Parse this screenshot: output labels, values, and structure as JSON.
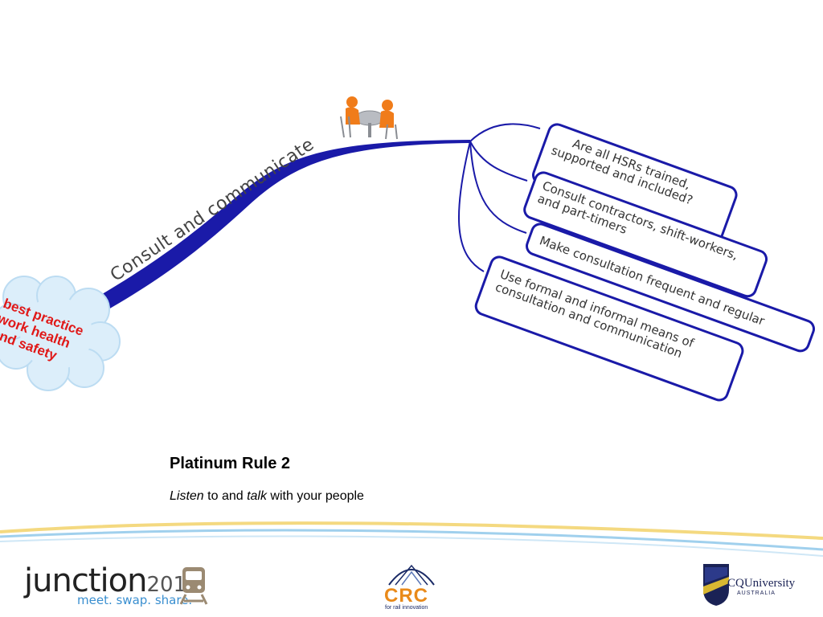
{
  "mindmap": {
    "center_label": [
      "best practice",
      "work health",
      "and safety"
    ],
    "branch_label": "Consult and communicate",
    "items": [
      {
        "lines": [
          "Are all HSRs trained,",
          "supported and included?"
        ]
      },
      {
        "lines": [
          "Consult contractors, shift-workers,",
          "and part-timers"
        ]
      },
      {
        "lines": [
          "Make consultation frequent and regular"
        ]
      },
      {
        "lines": [
          "Use formal and informal means of",
          "consultation and communication"
        ]
      }
    ]
  },
  "rule": {
    "title": "Platinum Rule 2",
    "subtitle_parts": [
      {
        "text": "Listen",
        "italic": true
      },
      {
        "text": " to and ",
        "italic": false
      },
      {
        "text": "talk",
        "italic": true
      },
      {
        "text": " with your people",
        "italic": false
      }
    ]
  },
  "footer": {
    "junction_word": "junction",
    "junction_year": "2013",
    "junction_tagline": "meet. swap. share.",
    "crc_text": "CRC",
    "crc_tagline": "for rail innovation",
    "cq_text": "CQUniversity",
    "cq_sub": "AUSTRALIA"
  },
  "colors": {
    "branch_blue": "#1a1aa8",
    "cloud_text": "#e01818",
    "cloud_fill": "#dceefa",
    "crc_orange": "#e98a1a"
  },
  "icons": [
    "meeting-people-icon",
    "train-icon",
    "crc-bridge-icon",
    "cq-shield-icon"
  ]
}
